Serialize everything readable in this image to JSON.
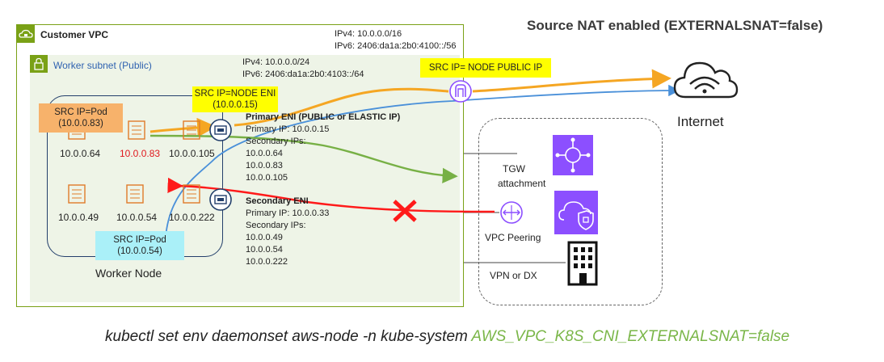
{
  "title": "Source NAT enabled (EXTERNALSNAT=false)",
  "vpc": {
    "label": "Customer VPC",
    "ipv4": "IPv4: 10.0.0.0/16",
    "ipv6": "IPv6: 2406:da1a:2b0:4100::/56"
  },
  "subnet": {
    "label": "Worker subnet (Public)",
    "ipv4": "IPv4: 10.0.0.0/24",
    "ipv6": "IPv6: 2406:da1a:2b0:4103::/64"
  },
  "node_label": "Worker Node",
  "pods": [
    "10.0.0.64",
    "10.0.0.83",
    "10.0.0.105",
    "10.0.0.49",
    "10.0.0.54",
    "10.0.0.222"
  ],
  "callouts": {
    "pod_83": [
      "SRC IP=Pod",
      "(10.0.0.83)"
    ],
    "node_eni": [
      "SRC IP=NODE ENI",
      "(10.0.0.15)"
    ],
    "node_public": "SRC IP= NODE PUBLIC IP",
    "pod_54": [
      "SRC IP=Pod",
      "(10.0.0.54)"
    ]
  },
  "primary_eni": {
    "title": "Primary ENI (PUBLIC or ELASTIC IP)",
    "primary_ip": "Primary IP: 10.0.0.15",
    "secondary_label": "Secondary IPs:",
    "secondary_ips": [
      "10.0.0.64",
      "10.0.0.83",
      "10.0.0.105"
    ]
  },
  "secondary_eni": {
    "title": "Secondary ENI",
    "primary_ip": "Primary IP: 10.0.0.33",
    "secondary_label": "Secondary IPs:",
    "secondary_ips": [
      "10.0.0.49",
      "10.0.0.54",
      "10.0.0.222"
    ]
  },
  "internet_label": "Internet",
  "connections": {
    "tgw": [
      "TGW",
      "attachment"
    ],
    "peering": "VPC Peering",
    "vpn": "VPN or DX"
  },
  "command": {
    "prefix": "kubectl set env daemonset aws-node -n kube-system ",
    "highlight": "AWS_VPC_K8S_CNI_EXTERNALSNAT=false"
  },
  "colors": {
    "vpc_border": "#7aa116",
    "subnet_fill": "#eef4e7",
    "arrow_orange": "#f5a623",
    "arrow_blue": "#4a90d9",
    "arrow_green": "#77b045",
    "arrow_red": "#ff1a1a",
    "purple": "#8c4fff",
    "highlight_green": "#7ab648"
  },
  "icons": [
    "vpc-cloud-lock-icon",
    "subnet-lock-icon",
    "pod-server-icon",
    "eni-icon",
    "nat-gateway-icon",
    "internet-cloud-icon",
    "transit-gateway-icon",
    "vpn-cloud-shield-icon",
    "peering-icon",
    "datacenter-building-icon",
    "blocked-x-icon"
  ]
}
